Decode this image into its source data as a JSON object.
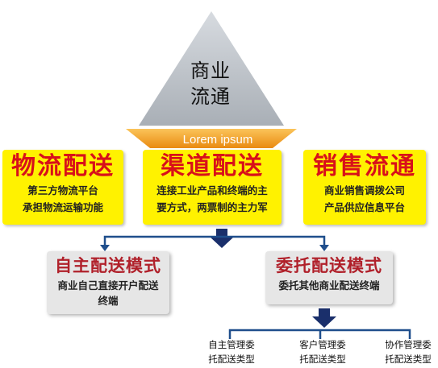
{
  "triangle": {
    "line1": "商业",
    "line2": "流通"
  },
  "banner": {
    "text": "Lorem ipsum"
  },
  "top_boxes": [
    {
      "title": "物流配送",
      "desc1": "第三方物流平台",
      "desc2": "承担物流运输功能"
    },
    {
      "title": "渠道配送",
      "desc1": "连接工业产品和终端的主",
      "desc2": "要方式，两票制的主力军"
    },
    {
      "title": "销售流通",
      "desc1": "商业销售调拨公司",
      "desc2": "产品供应信息平台"
    }
  ],
  "mid_boxes": [
    {
      "title": "自主配送模式",
      "desc1": "商业自己直接开户配送",
      "desc2": "终端"
    },
    {
      "title": "委托配送模式",
      "desc1": "委托其他商业配送终端"
    }
  ],
  "leaves": [
    {
      "line1": "自主管理委",
      "line2": "托配送类型"
    },
    {
      "line1": "客户管理委",
      "line2": "托配送类型"
    },
    {
      "line1": "协作管理委",
      "line2": "托配送类型"
    }
  ],
  "colors": {
    "yellow": "#fff200",
    "red_title": "#d8101a",
    "banner_orange": "#f5a623",
    "connector_blue": "#1f4e8c",
    "arrow_navy": "#1a2f6b",
    "triangle_gray": "#b9bec4"
  }
}
